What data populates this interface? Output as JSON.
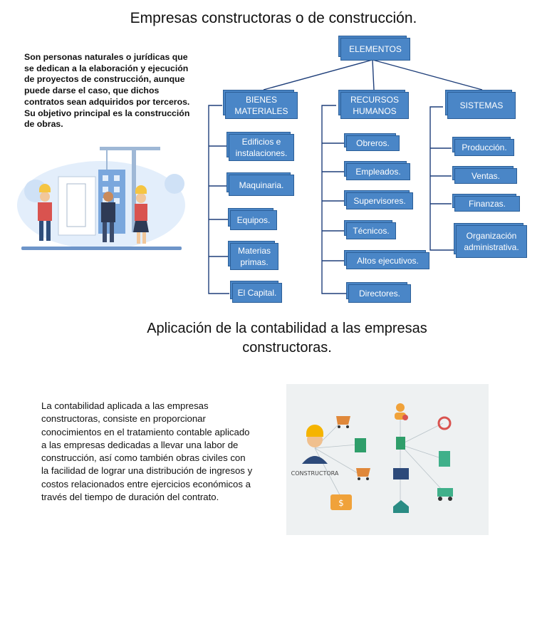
{
  "title1": "Empresas constructoras o de construcción.",
  "intro": "Son personas naturales o jurídicas que se dedican a la elaboración y ejecución de proyectos de construcción, aunque puede darse el caso, que dichos contratos sean adquiridos por terceros. Su objetivo principal es la construcción de obras.",
  "diagram": {
    "root": "ELEMENTOS",
    "bienes": {
      "title": "BIENES MATERIALES",
      "items": [
        "Edificios e instalaciones.",
        "Maquinaria.",
        "Equipos.",
        "Materias primas.",
        "El Capital."
      ]
    },
    "recursos": {
      "title": "RECURSOS HUMANOS",
      "items": [
        "Obreros.",
        "Empleados.",
        "Supervisores.",
        "Técnicos.",
        "Altos ejecutivos.",
        "Directores."
      ]
    },
    "sistemas": {
      "title": "SISTEMAS",
      "items": [
        "Producción.",
        "Ventas.",
        "Finanzas.",
        "Organización administrativa."
      ]
    }
  },
  "title2": "Aplicación de la contabilidad a las empresas constructoras.",
  "accounting": "La contabilidad aplicada a las empresas constructoras, consiste en proporcionar conocimientos en el tratamiento contable aplicado a las empresas dedicadas a llevar una labor de construcción, así como también obras civiles con la facilidad de lograr una distribución de ingresos y costos relacionados entre ejercicios económicos a través del tiempo de duración del contrato.",
  "infographic": {
    "center_label": "CONSTRUCTORA"
  },
  "colors": {
    "box": "#4a86c7",
    "box_border": "#2c5f98",
    "line": "#1f3f7a"
  }
}
